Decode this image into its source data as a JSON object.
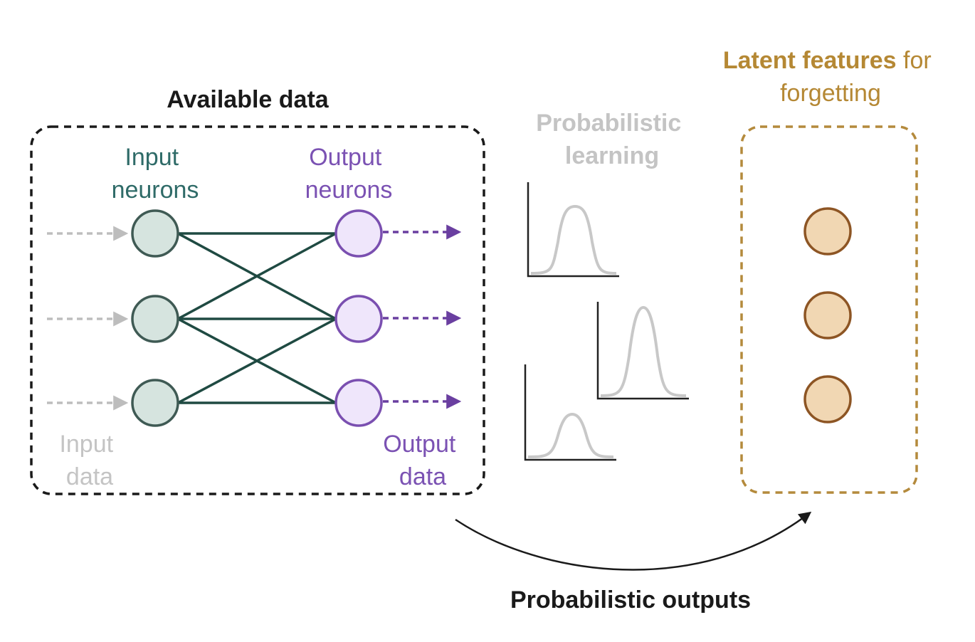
{
  "titles": {
    "available_data": "Available data",
    "probabilistic_learning_line1": "Probabilistic",
    "probabilistic_learning_line2": "learning",
    "latent_bold": "Latent features",
    "latent_rest": " for",
    "latent_line2": "forgetting",
    "probabilistic_outputs": "Probabilistic outputs"
  },
  "network": {
    "input_label_line1": "Input",
    "input_label_line2": "neurons",
    "output_label_line1": "Output",
    "output_label_line2": "neurons",
    "input_data_line1": "Input",
    "input_data_line2": "data",
    "output_data_line1": "Output",
    "output_data_line2": "data",
    "input_neuron_count": 3,
    "output_neuron_count": 3
  },
  "latent": {
    "neuron_count": 3
  },
  "colors": {
    "input_neuron_fill": "#d6e4df",
    "input_neuron_stroke": "#3f5a54",
    "input_label": "#2f6b68",
    "output_neuron_fill": "#efe6fb",
    "output_neuron_stroke": "#7a4fb0",
    "output_label": "#7b52b3",
    "connection": "#1f4a42",
    "input_arrow": "#bdbdbd",
    "output_arrow": "#6a3fa0",
    "faded_text": "#c4c4c4",
    "latent_bold": "#b58834",
    "latent_text": "#b58834",
    "latent_fill": "#f1d7b3",
    "latent_stroke": "#8d5524",
    "latent_box": "#b48a3c",
    "box_border": "#1a1a1a",
    "curve": "#c8c8c8",
    "axis": "#222222",
    "text_dark": "#1a1a1a"
  }
}
